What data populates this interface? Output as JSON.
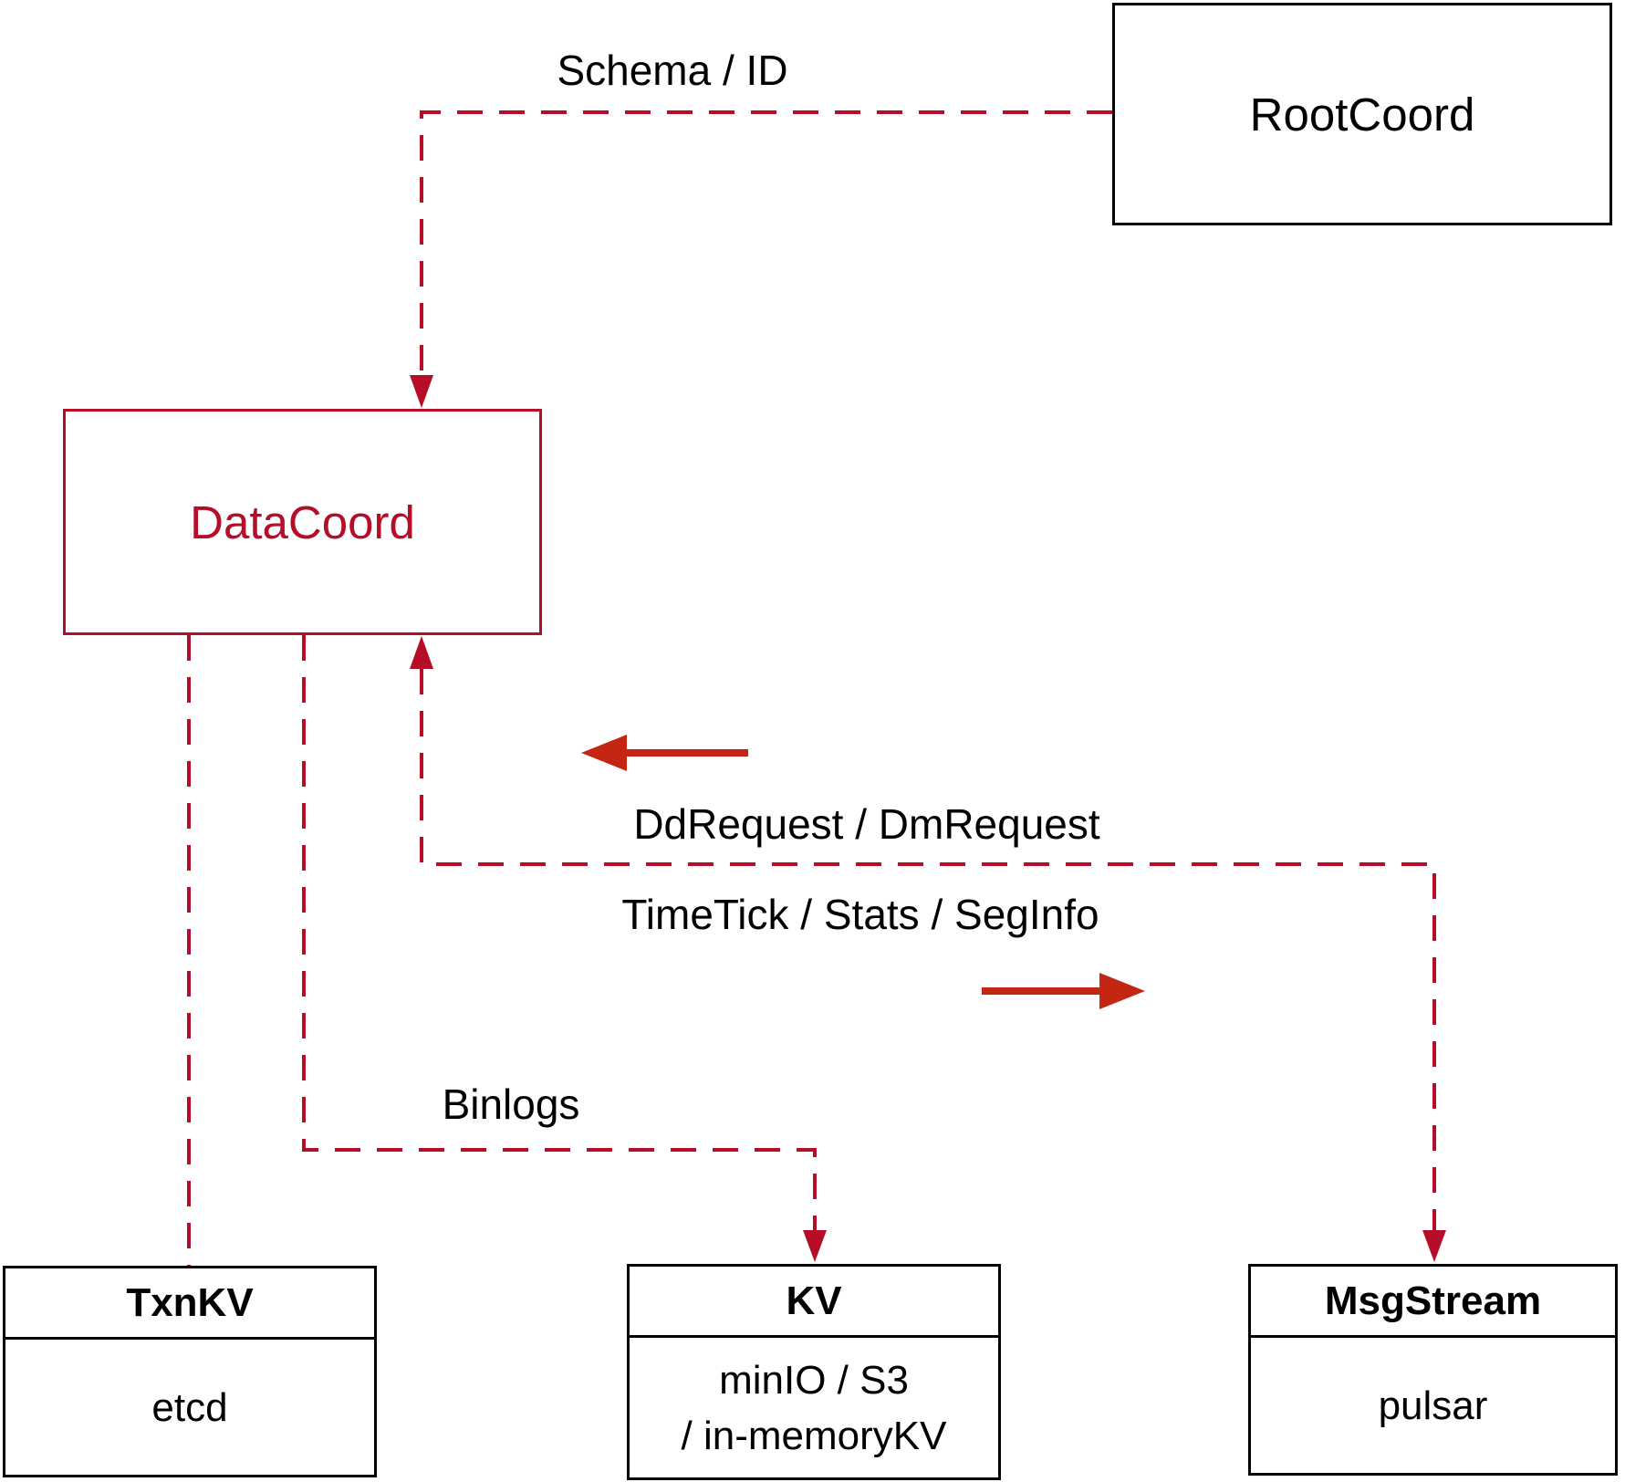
{
  "nodes": {
    "rootcoord": {
      "title": "RootCoord"
    },
    "datacoord": {
      "title": "DataCoord"
    },
    "txnkv": {
      "title": "TxnKV",
      "body": "etcd"
    },
    "kv": {
      "title": "KV",
      "body": [
        "minIO / S3",
        "/ in-memoryKV"
      ]
    },
    "msgstream": {
      "title": "MsgStream",
      "body": "pulsar"
    }
  },
  "edges": {
    "schema_id": {
      "label": "Schema / ID",
      "from": "RootCoord",
      "to": "DataCoord",
      "style": "dashed"
    },
    "dd_dm": {
      "label": "DdRequest / DmRequest",
      "direction": "left"
    },
    "timetick": {
      "label": "TimeTick / Stats / SegInfo",
      "direction": "right"
    },
    "binlogs": {
      "label": "Binlogs",
      "from": "DataCoord",
      "to": "KV",
      "style": "dashed"
    },
    "txnkv_link": {
      "label": "",
      "from": "DataCoord",
      "to": "TxnKV",
      "style": "dashed"
    },
    "msgstream_link": {
      "label": "",
      "from": "DataCoord",
      "to": "MsgStream",
      "style": "dashed"
    }
  },
  "colors": {
    "dashed_line": "#b60d28",
    "solid_arrow": "#c42613",
    "box_border": "#000000",
    "text": "#000000",
    "background": "#ffffff"
  }
}
